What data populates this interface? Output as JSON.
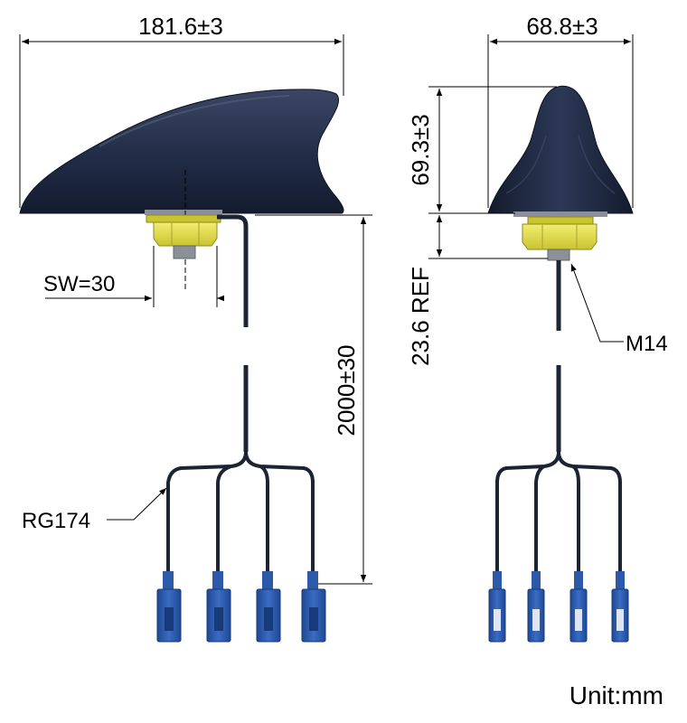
{
  "dimensions": {
    "side_length": "181.6±3",
    "front_width": "68.8±3",
    "body_height": "69.3±3",
    "mount_height": "23.6 REF",
    "cable_length": "2000±30",
    "wrench_size": "SW=30",
    "thread": "M14",
    "cable_type": "RG174"
  },
  "unit": "Unit:mm",
  "colors": {
    "housing": "#1f2a44",
    "nut": "#e3df46",
    "connector": "#2d5aa8",
    "cable": "#1c2434"
  }
}
